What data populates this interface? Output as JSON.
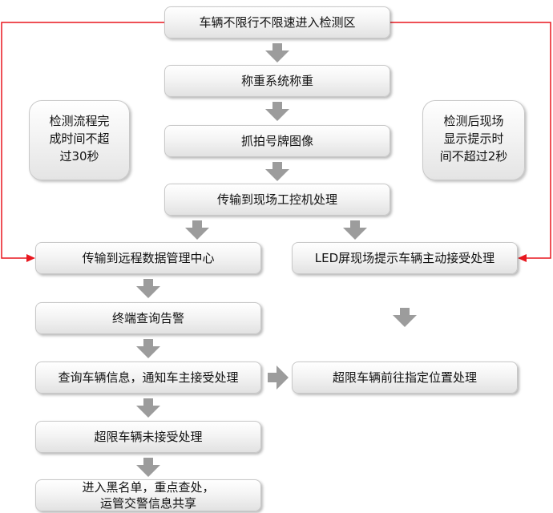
{
  "flow": {
    "enter": "车辆不限行不限速进入检测区",
    "weigh": "称重系统称重",
    "capture": "抓拍号牌图像",
    "transmit_local": "传输到现场工控机处理",
    "transmit_remote": "传输到远程数据管理中心",
    "led": "LED屏现场提示车辆主动接受处理",
    "terminal": "终端查询告警",
    "query_line1": "查询车辆信息，通知车主接受处理",
    "go_designated": "超限车辆前往指定位置处理",
    "not_accepted": "超限车辆未接受处理",
    "blacklist_line1": "进入黑名单，重点查处，",
    "blacklist_line2": "运管交警信息共享"
  },
  "notes": {
    "left_line1": "检测流程完",
    "left_line2": "成时间不超",
    "left_line3": "过30秒",
    "right_line1": "检测后现场",
    "right_line2": "显示提示时",
    "right_line3": "间不超过2秒"
  },
  "colors": {
    "connector": "#e8171f",
    "arrow": "#9c9c9c"
  }
}
